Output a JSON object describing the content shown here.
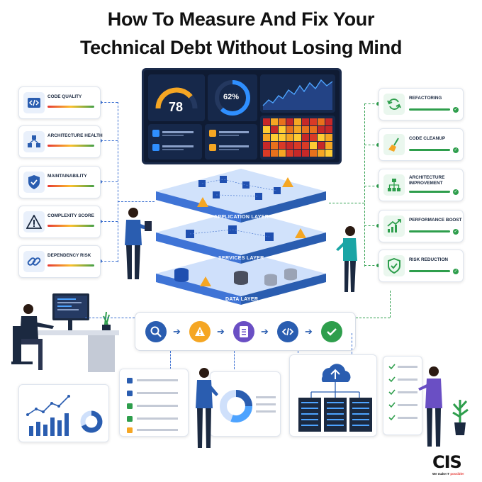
{
  "title": {
    "line1": "How To Measure And Fix Your",
    "line2": "Technical Debt Without Losing Mind"
  },
  "metrics": [
    {
      "label": "CODE QUALITY",
      "icon": "code-icon"
    },
    {
      "label": "ARCHITECTURE HEALTH",
      "icon": "network-icon"
    },
    {
      "label": "MAINTAINABILITY",
      "icon": "shield-icon"
    },
    {
      "label": "COMPLEXITY SCORE",
      "icon": "warning-icon"
    },
    {
      "label": "DEPENDENCY RISK",
      "icon": "link-icon"
    }
  ],
  "actions": [
    {
      "label": "REFACTORING",
      "icon": "refresh-icon"
    },
    {
      "label": "CODE CLEANUP",
      "icon": "broom-icon"
    },
    {
      "label": "ARCHITECTURE IMPROVEMENT",
      "label_line1": "ARCHITECTURE",
      "label_line2": "IMPROVEMENT",
      "icon": "hierarchy-icon"
    },
    {
      "label": "PERFORMANCE BOOST",
      "icon": "chart-up-icon"
    },
    {
      "label": "RISK REDUCTION",
      "icon": "shield-check-icon"
    }
  ],
  "dashboard": {
    "gauge_value": "78",
    "gauge_fraction": 0.78,
    "donut_value": "62%",
    "donut_fraction": 0.62
  },
  "layers": {
    "application": "APPLICATION LAYER",
    "services": "SERVICES LAYER",
    "data": "DATA LAYER"
  },
  "process_steps": [
    {
      "icon": "search-icon",
      "color": "#2a5db0"
    },
    {
      "icon": "warning-icon",
      "color": "#f5a623"
    },
    {
      "icon": "document-icon",
      "color": "#6a4fc4"
    },
    {
      "icon": "code-icon",
      "color": "#2a5db0"
    },
    {
      "icon": "check-icon",
      "color": "#2e9e4c"
    }
  ],
  "logo": {
    "name": "CIS",
    "tagline_prefix": "We make IT ",
    "tagline_highlight": "possible!"
  },
  "colors": {
    "primary_blue": "#2a5db0",
    "green": "#2e9e4c",
    "orange": "#f5a623",
    "dark_navy": "#0f1b33"
  }
}
